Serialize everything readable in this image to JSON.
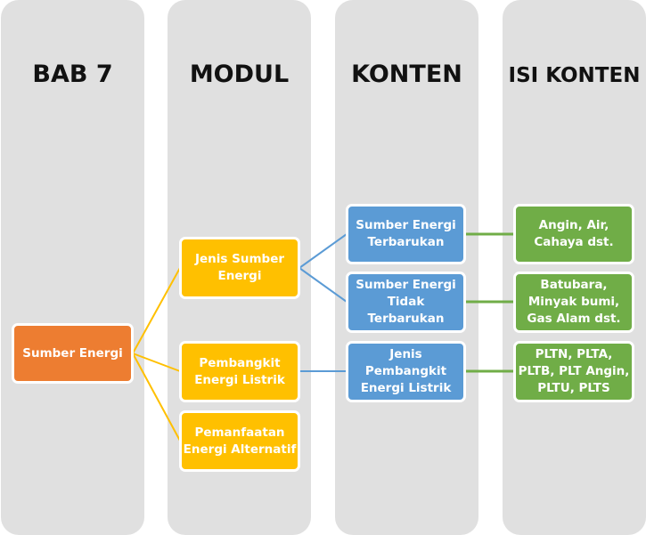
{
  "colors": {
    "column_bg": "#e0e0e0",
    "level1": "#ed7d31",
    "level2": "#ffc000",
    "level3": "#5b9bd5",
    "level4": "#70ad47"
  },
  "columns": [
    {
      "title": "BAB 7"
    },
    {
      "title": "MODUL"
    },
    {
      "title": "KONTEN"
    },
    {
      "title": "ISI KONTEN"
    }
  ],
  "nodes": {
    "bab": {
      "label": "Sumber Energi"
    },
    "modul": [
      {
        "label": "Jenis Sumber Energi"
      },
      {
        "label": "Pembangkit Energi Listrik"
      },
      {
        "label": "Pemanfaatan Energi Alternatif"
      }
    ],
    "konten": [
      {
        "label": "Sumber Energi Terbarukan"
      },
      {
        "label": "Sumber Energi Tidak Terbarukan"
      },
      {
        "label": "Jenis Pembangkit Energi Listrik"
      }
    ],
    "isi_konten": [
      {
        "label": "Angin, Air, Cahaya dst."
      },
      {
        "label": "Batubara, Minyak bumi, Gas Alam dst."
      },
      {
        "label": "PLTN, PLTA, PLTB, PLT Angin, PLTU, PLTS"
      }
    ]
  },
  "edges": [
    {
      "from": "bab",
      "to": "modul.0"
    },
    {
      "from": "bab",
      "to": "modul.1"
    },
    {
      "from": "bab",
      "to": "modul.2"
    },
    {
      "from": "modul.0",
      "to": "konten.0"
    },
    {
      "from": "modul.0",
      "to": "konten.1"
    },
    {
      "from": "modul.1",
      "to": "konten.2"
    },
    {
      "from": "konten.0",
      "to": "isi_konten.0"
    },
    {
      "from": "konten.1",
      "to": "isi_konten.1"
    },
    {
      "from": "konten.2",
      "to": "isi_konten.2"
    }
  ]
}
